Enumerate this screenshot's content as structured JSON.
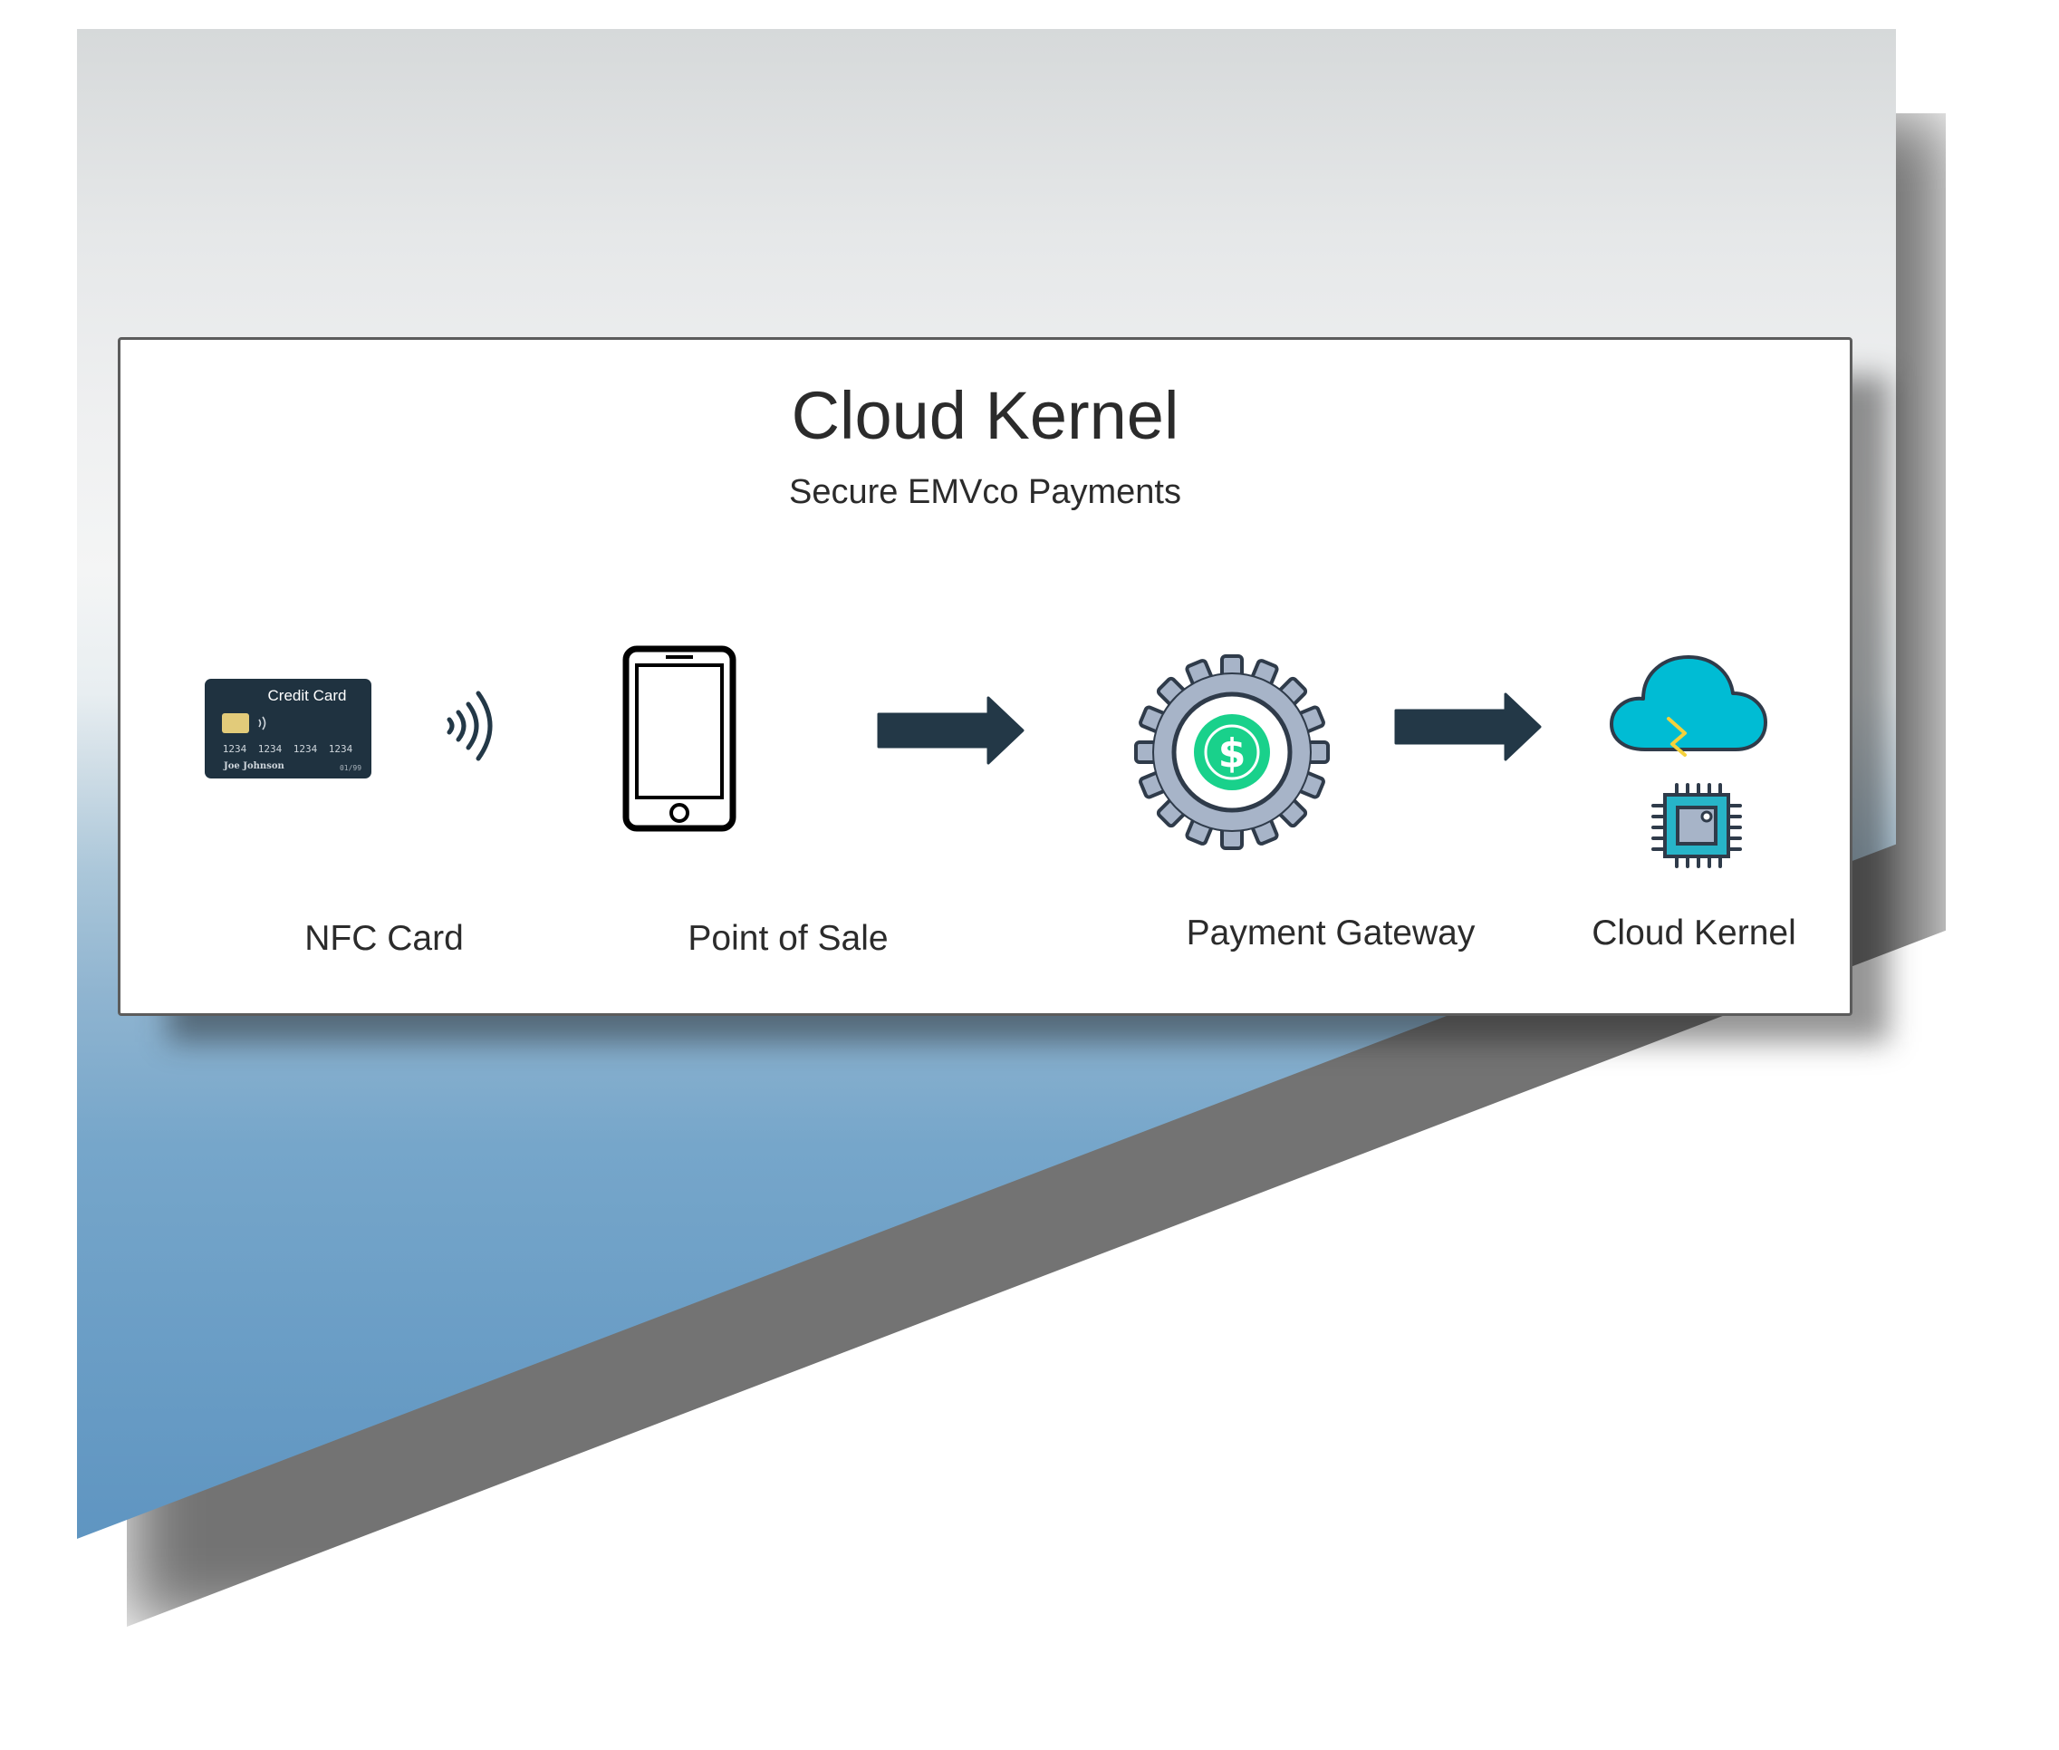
{
  "diagram": {
    "title": "Cloud Kernel",
    "subtitle": "Secure EMVco Payments",
    "nodes": [
      {
        "label": "NFC Card",
        "icon": "credit-card-icon"
      },
      {
        "label": "Point of Sale",
        "icon": "smartphone-icon"
      },
      {
        "label": "Payment Gateway",
        "icon": "gear-dollar-icon"
      },
      {
        "label": "Cloud Kernel",
        "icon": "cloud-chip-icon"
      }
    ],
    "connectors": [
      {
        "from": "NFC Card",
        "to": "Point of Sale",
        "icon": "nfc-waves-icon"
      },
      {
        "from": "Point of Sale",
        "to": "Payment Gateway",
        "icon": "arrow-right-icon"
      },
      {
        "from": "Payment Gateway",
        "to": "Cloud Kernel",
        "icon": "arrow-right-icon"
      }
    ],
    "card_artwork": {
      "brand_text": "Credit Card",
      "number_groups": [
        "1234",
        "1234",
        "1234",
        "1234"
      ],
      "holder_name": "Joe Johnson",
      "expiry": "01/99"
    },
    "colors": {
      "card_background": "#1f3240",
      "arrow_fill": "#233847",
      "gear_fill": "#a7b4c8",
      "coin_fill": "#19d18b",
      "cloud_fill": "#00bcd4",
      "chip_fill": "#27b4c8",
      "lightning": "#f5d13b"
    }
  }
}
